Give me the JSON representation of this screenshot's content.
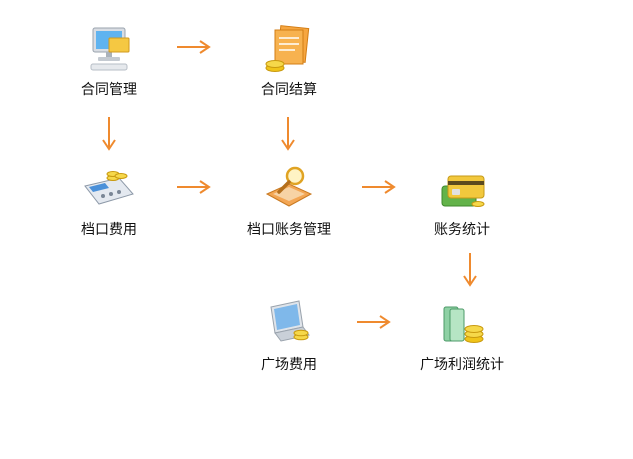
{
  "flow": {
    "contract_management": {
      "label": "合同管理",
      "icon": "computer-icon"
    },
    "contract_settlement": {
      "label": "合同结算",
      "icon": "documents-coins-icon"
    },
    "stall_fees": {
      "label": "档口费用",
      "icon": "calculator-coins-icon"
    },
    "stall_accounts": {
      "label": "档口账务管理",
      "icon": "magnifier-folder-icon"
    },
    "account_stats": {
      "label": "账务统计",
      "icon": "credit-card-icon"
    },
    "plaza_fees": {
      "label": "广场费用",
      "icon": "laptop-coins-icon"
    },
    "plaza_profit": {
      "label": "广场利润统计",
      "icon": "cash-coins-icon"
    }
  },
  "colors": {
    "arrow": "#ef8a2e",
    "label": "#111111"
  }
}
